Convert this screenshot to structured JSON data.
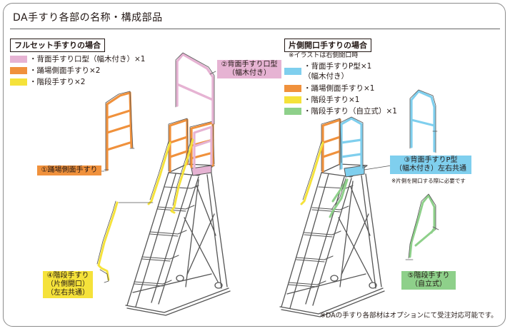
{
  "title": "DA手すり各部の名称・構成部品",
  "colors": {
    "pink": "#e6b3d3",
    "orange": "#f0913c",
    "yellow": "#f5e23a",
    "blue": "#7fcfee",
    "green": "#8ed08a",
    "frame": "#555555"
  },
  "left_section": {
    "heading": "フルセット手すりの場合",
    "legend": [
      {
        "color": "pink",
        "text": "・背面手すり口型（幅木付き）×1"
      },
      {
        "color": "orange",
        "text": "・踊場側面手すり×2"
      },
      {
        "color": "yellow",
        "text": "・階段手すり×2"
      }
    ],
    "labels": {
      "rear": "②背面手すり口型\n（幅木付き）",
      "side": "①踊場側面手すり",
      "stair": "④階段手すり\n（片側開口）\n（左右共通）"
    }
  },
  "right_section": {
    "heading": "片側開口手すりの場合",
    "subheading": "※イラストは右側開口時",
    "legend": [
      {
        "color": "blue",
        "text": "・背面手すりP型×1\n（幅木付き）"
      },
      {
        "color": "orange",
        "text": "・踊場側面手すり×1"
      },
      {
        "color": "yellow",
        "text": "・階段手すり×1"
      },
      {
        "color": "green",
        "text": "・階段手すり（自立式）×1"
      }
    ],
    "labels": {
      "rear_p": "③背面手すりP型\n（幅木付き）左右共通",
      "rear_p_note": "※片側を開口する際に必要です",
      "freestanding": "⑤階段手すり\n（自立式）"
    }
  },
  "footer_note": "※DAの手すり各部材はオプションにて受注対応可能です。"
}
